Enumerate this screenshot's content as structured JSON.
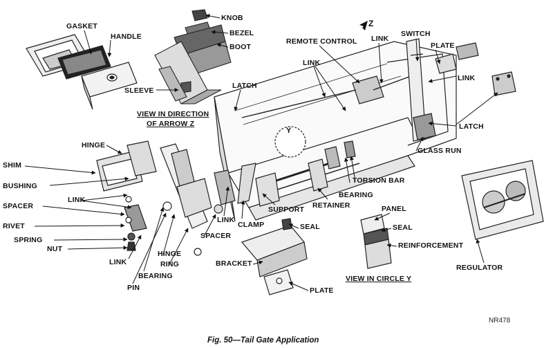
{
  "figure": {
    "caption": "Fig. 50—Tail Gate Application",
    "code": "NR478",
    "arrow_label": "Z",
    "circle_label": "Y"
  },
  "labels": {
    "knob": "KNOB",
    "gasket": "GASKET",
    "handle": "HANDLE",
    "bezel": "BEZEL",
    "boot": "BOOT",
    "remote_control": "REMOTE CONTROL",
    "link_top_center": "LINK",
    "link_top_right": "LINK",
    "switch": "SWITCH",
    "plate_top": "PLATE",
    "link_right": "LINK",
    "sleeve": "SLEEVE",
    "latch_center": "LATCH",
    "view_arrow_z_line1": "VIEW IN DIRECTION",
    "view_arrow_z_line2": "OF ARROW Z",
    "latch_right": "LATCH",
    "hinge_left": "HINGE",
    "glass_run": "GLASS RUN",
    "shim": "SHIM",
    "bushing": "BUSHING",
    "link_left": "LINK",
    "spacer_left": "SPACER",
    "rivet": "RIVET",
    "spring": "SPRING",
    "nut": "NUT",
    "link_bottom_left": "LINK",
    "bearing_left": "BEARING",
    "pin": "PIN",
    "hinge_bottom": "HINGE",
    "ring": "RING",
    "spacer_bottom": "SPACER",
    "link_clamp": "LINK",
    "clamp": "CLAMP",
    "support": "SUPPORT",
    "retainer": "RETAINER",
    "bearing_right": "BEARING",
    "torsion_bar": "TORSION BAR",
    "seal_center": "SEAL",
    "panel": "PANEL",
    "seal_right": "SEAL",
    "reinforcement": "REINFORCEMENT",
    "view_circle_y": "VIEW IN CIRCLE Y",
    "bracket": "BRACKET",
    "plate_bottom": "PLATE",
    "regulator": "REGULATOR"
  }
}
